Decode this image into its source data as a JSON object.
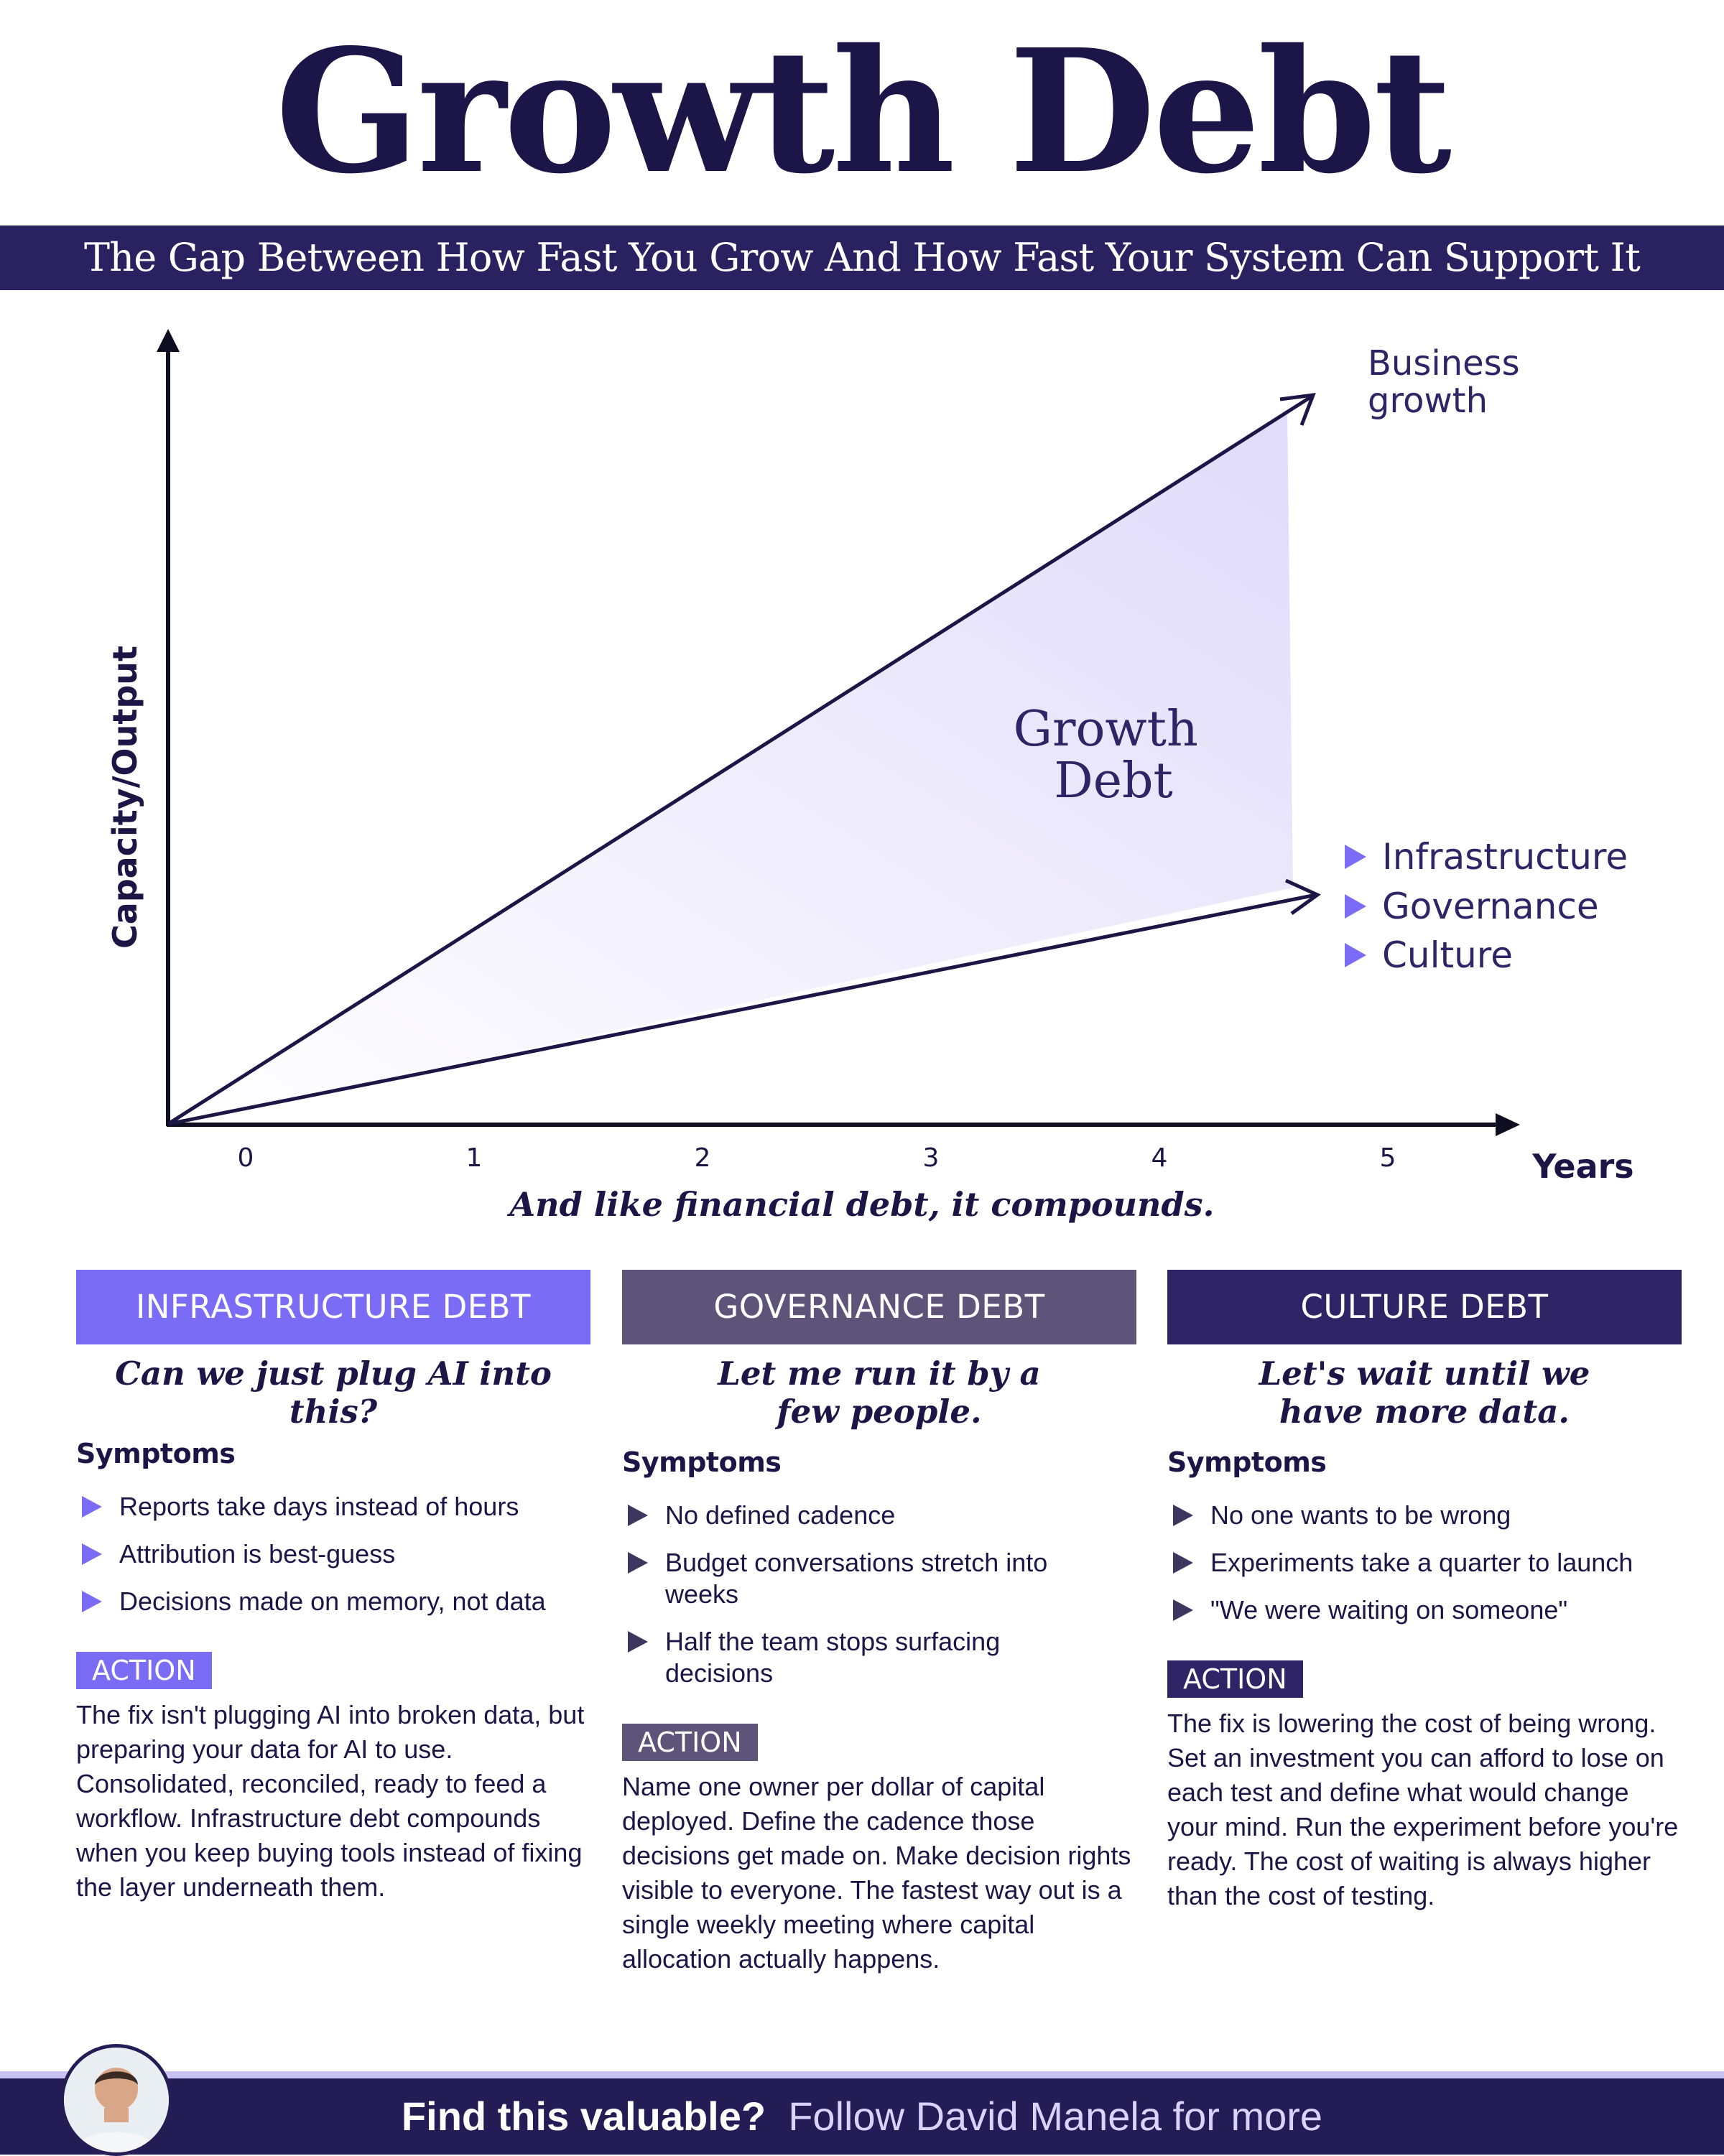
{
  "header": {
    "title": "Growth Debt",
    "subtitle": "The Gap Between How Fast You Grow And How Fast Your System Can Support It"
  },
  "chart": {
    "y_axis_label": "Capacity/Output",
    "x_axis_label": "Years",
    "x_ticks": [
      "0",
      "1",
      "2",
      "3",
      "4",
      "5"
    ],
    "upper_line_label": [
      "Business",
      "growth"
    ],
    "gap_label": [
      "Growth",
      "Debt"
    ],
    "lower_line_items": [
      "Infrastructure",
      "Governance",
      "Culture"
    ],
    "caption": "And like financial debt, it compounds."
  },
  "columns": [
    {
      "title": "INFRASTRUCTURE DEBT",
      "color": "#7b6cf6",
      "quote": "Can we just plug AI into this?",
      "symptoms_heading": "Symptoms",
      "symptoms": [
        "Reports take days instead of hours",
        "Attribution is best-guess",
        "Decisions made on memory, not data"
      ],
      "action_label": "ACTION",
      "action_text": "The fix isn't plugging AI into broken data, but preparing your data for AI to use. Consolidated, reconciled, ready to feed a workflow. Infrastructure debt compounds when you keep buying tools instead of fixing the layer underneath them."
    },
    {
      "title": "GOVERNANCE DEBT",
      "color": "#5e5378",
      "quote": "Let me run it by a few people.",
      "symptoms_heading": "Symptoms",
      "symptoms": [
        "No defined cadence",
        "Budget conversations stretch into weeks",
        "Half the team stops surfacing decisions"
      ],
      "action_label": "ACTION",
      "action_text": "Name one owner per dollar of capital deployed. Define the cadence those decisions get made on. Make decision rights visible to everyone. The fastest way out is a single weekly meeting where capital allocation actually happens."
    },
    {
      "title": "CULTURE DEBT",
      "color": "#2e2466",
      "quote": "Let's wait until we have more data.",
      "symptoms_heading": "Symptoms",
      "symptoms": [
        "No one wants to be wrong",
        "Experiments take a quarter to launch",
        "\"We were waiting on someone\""
      ],
      "action_label": "ACTION",
      "action_text": "The fix is lowering the cost of being wrong. Set an investment you can afford to lose on each test and define what would change your mind. Run the experiment before you're ready. The cost of waiting is always higher than the cost of testing."
    }
  ],
  "footer": {
    "lead": "Find this valuable?",
    "follow": "Follow David Manela for more"
  },
  "colors": {
    "navy": "#1c1647",
    "accent": "#7b6cf6",
    "fill": "#e4e0fb"
  }
}
